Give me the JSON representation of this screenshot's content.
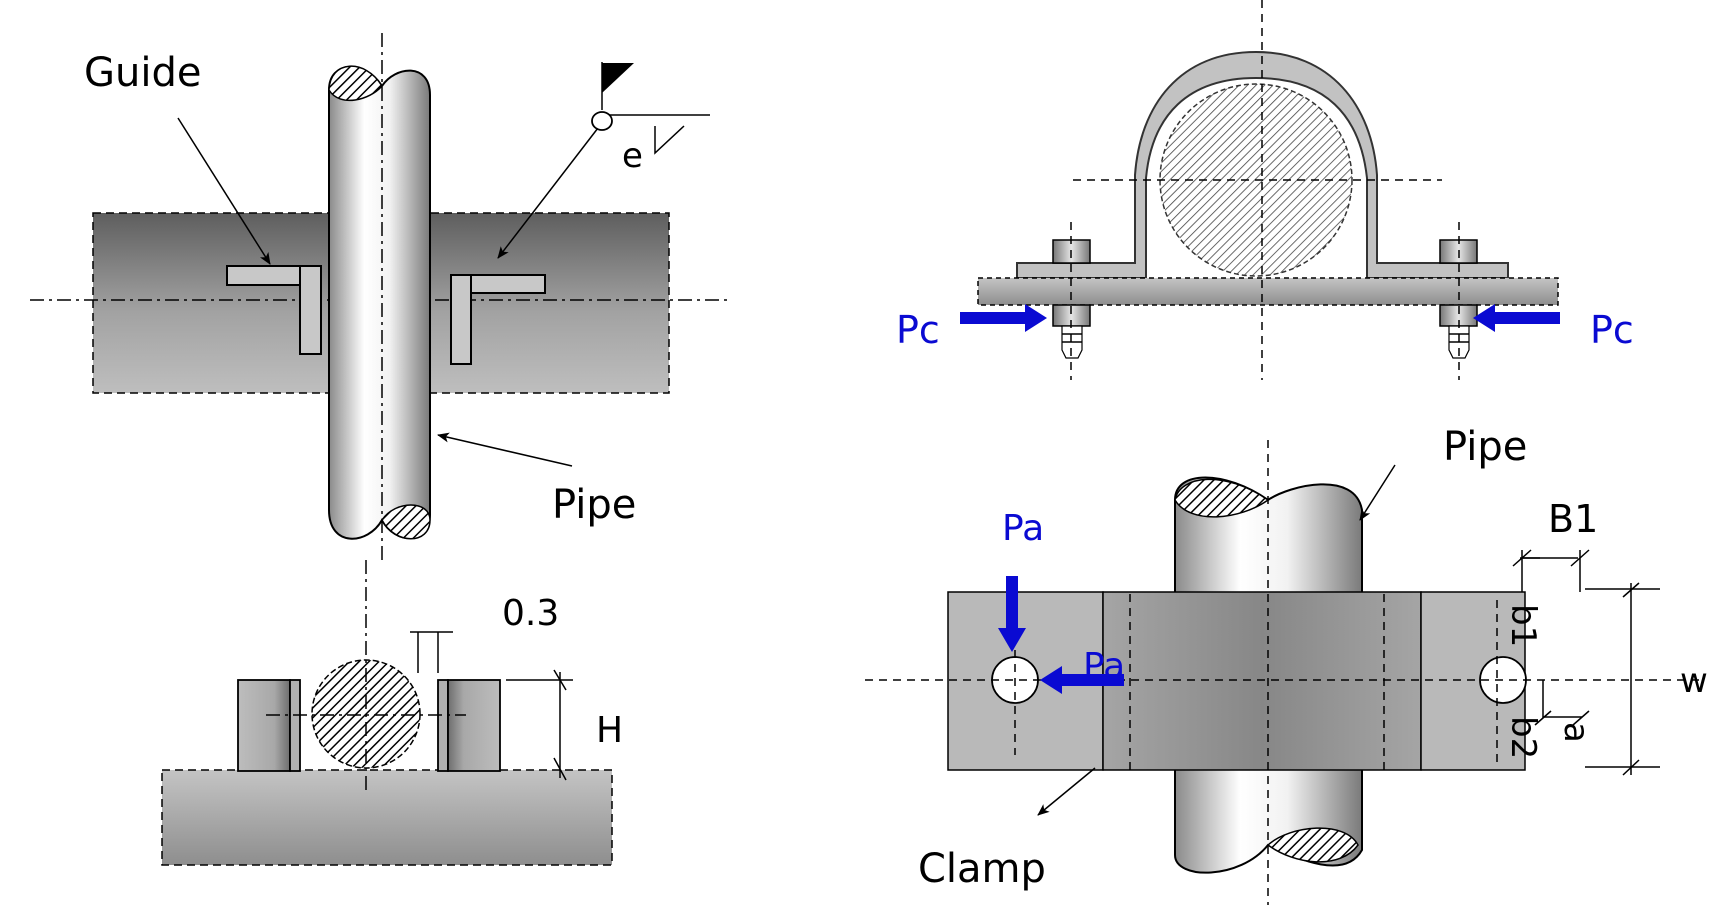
{
  "diagram": {
    "colors": {
      "force_arrow": "#0a0ad2",
      "force_label": "#0a0ad2",
      "outline": "#000000",
      "plate_fill": "#bdbdbd",
      "background": "#ffffff"
    },
    "top_left_view": {
      "guide_label": "Guide",
      "pipe_label": "Pipe",
      "weld_size_label": "e",
      "weld_symbol": "fillet-weld-all-around-field-weld"
    },
    "bottom_left_view": {
      "gap_label": "0.3",
      "height_label": "H"
    },
    "top_right_view": {
      "force_left_label": "Pc",
      "force_right_label": "Pc"
    },
    "bottom_right_view": {
      "pipe_label": "Pipe",
      "clamp_label": "Clamp",
      "force_vertical_label": "Pa",
      "force_horizontal_label": "Pa",
      "dim_b1_upper": "B1",
      "dim_b1_side": "b1",
      "dim_b2": "b2",
      "dim_a": "a",
      "dim_w": "w"
    }
  }
}
